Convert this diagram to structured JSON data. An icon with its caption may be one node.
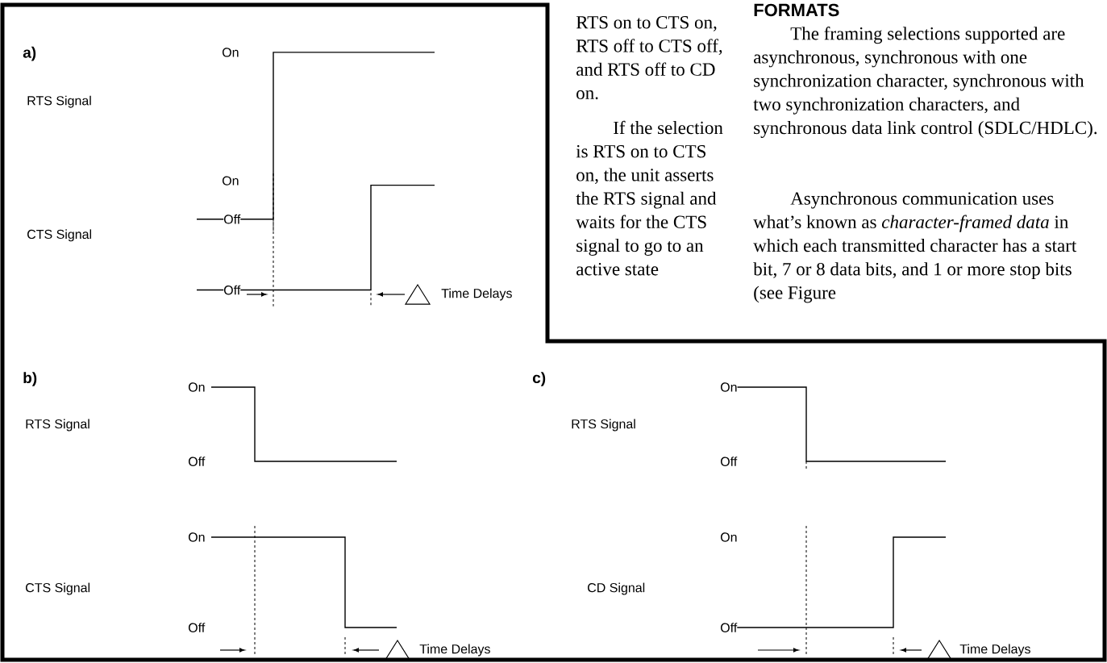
{
  "diagram": {
    "labels": [
      "a)",
      "On",
      "RTS Signal",
      "Off",
      "On",
      "CTS Signal",
      "Off",
      "Time Delays",
      "RTS on to CTS on, RTS off to CTS off, and RTS off to CD on.",
      "If the selection is RTS on to CTS on, the unit asserts the RTS signal and waits for the CTS signal to go to an active state",
      "FORMATS",
      "The framing selections supported are asynchronous, synchronous with one synchronization character, synchronous with two synchronization characters, and synchronous data link control (SDLC/HDLC).",
      "Asynchronous communication uses what’s known as *character-framed data* in which each transmitted character has a start bit, 7 or 8 data bits, and 1 or more stop bits (see Figure",
      "b)",
      "On",
      "RTS Signal",
      "Off",
      "On",
      "CTS Signal",
      "Off",
      "Time Delays",
      "c)",
      "On",
      "RTS Signal",
      "Off",
      "On",
      "CD Signal",
      "Off",
      "Time Delays"
    ]
  }
}
